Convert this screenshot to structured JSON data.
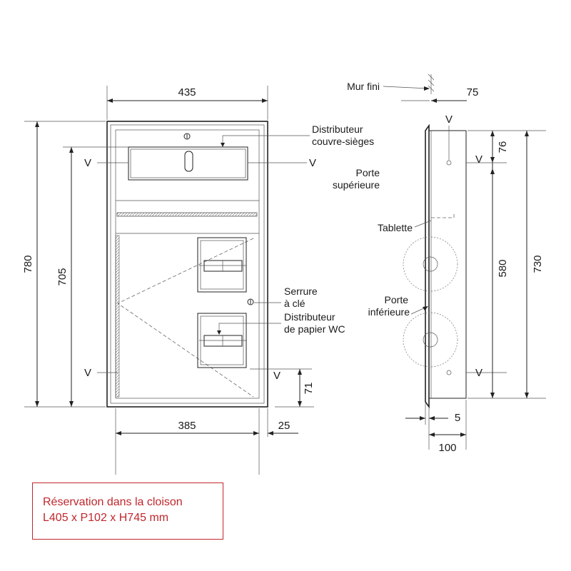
{
  "dimensions": {
    "front_width": "435",
    "front_height": "780",
    "door_height": "705",
    "inner_width": "385",
    "side_margin": "25",
    "bottom_offset": "71",
    "wall_offset": "75",
    "top_offset": "76",
    "side_span": "580",
    "side_height": "730",
    "flange": "5",
    "depth": "100"
  },
  "labels": {
    "finished_wall": "Mur fini",
    "seat_cover_l1": "Distributeur",
    "seat_cover_l2": "couvre-sièges",
    "upper_door_l1": "Porte",
    "upper_door_l2": "supérieure",
    "shelf": "Tablette",
    "lower_door_l1": "Porte",
    "lower_door_l2": "inférieure",
    "lock_l1": "Serrure",
    "lock_l2": "à clé",
    "tp_l1": "Distributeur",
    "tp_l2": "de papier WC",
    "screw_mark": "V"
  },
  "note": {
    "line1": "Réservation dans la cloison",
    "line2": "L405 x P102 x H745 mm"
  },
  "colors": {
    "line": "#222222",
    "note": "#c0272d"
  }
}
